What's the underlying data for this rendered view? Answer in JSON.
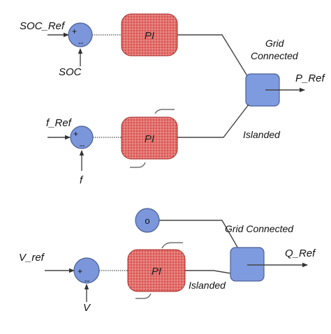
{
  "colors": {
    "pi_fill": "#d9534f",
    "pi_mesh": "#f2a8a5",
    "sum_fill": "#7b96da",
    "switch_fill": "#7f9be0",
    "wire": "#444444"
  },
  "top": {
    "input_ref": "SOC_Ref",
    "input_meas": "SOC",
    "sum_plus": "+",
    "sum_minus": "--",
    "pi_label": "PI",
    "mode_a": "Grid\nConnected",
    "mode_a_line1": "Grid",
    "mode_a_line2": "Connected",
    "output": "P_Ref"
  },
  "middle": {
    "input_ref": "f_Ref",
    "input_meas": "f",
    "sum_plus": "+",
    "sum_minus": "--",
    "pi_label": "PI",
    "mode_b": "Islanded"
  },
  "bottom": {
    "const_value": "o",
    "mode_a": "Grid  Connected",
    "input_ref": "V_ref",
    "input_meas": "V",
    "sum_plus": "+",
    "sum_minus": "--",
    "pi_label": "PI",
    "mode_b": "Islanded",
    "output": "Q_Ref"
  }
}
